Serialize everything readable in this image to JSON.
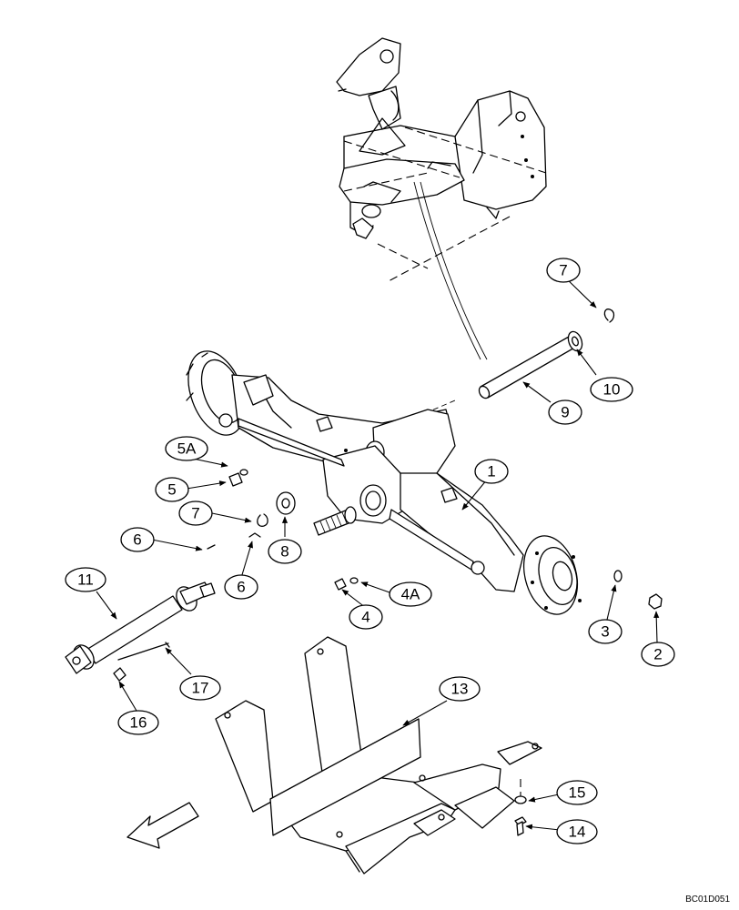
{
  "drawing_code": "BC01D051",
  "callouts": [
    {
      "id": "1",
      "label": "1"
    },
    {
      "id": "2",
      "label": "2"
    },
    {
      "id": "3",
      "label": "3"
    },
    {
      "id": "4",
      "label": "4"
    },
    {
      "id": "4A",
      "label": "4A"
    },
    {
      "id": "5",
      "label": "5"
    },
    {
      "id": "5A",
      "label": "5A"
    },
    {
      "id": "6a",
      "label": "6"
    },
    {
      "id": "6b",
      "label": "6"
    },
    {
      "id": "7a",
      "label": "7"
    },
    {
      "id": "7b",
      "label": "7"
    },
    {
      "id": "8",
      "label": "8"
    },
    {
      "id": "9",
      "label": "9"
    },
    {
      "id": "10",
      "label": "10"
    },
    {
      "id": "11",
      "label": "11"
    },
    {
      "id": "13",
      "label": "13"
    },
    {
      "id": "14",
      "label": "14"
    },
    {
      "id": "15",
      "label": "15"
    },
    {
      "id": "16",
      "label": "16"
    },
    {
      "id": "17",
      "label": "17"
    }
  ]
}
